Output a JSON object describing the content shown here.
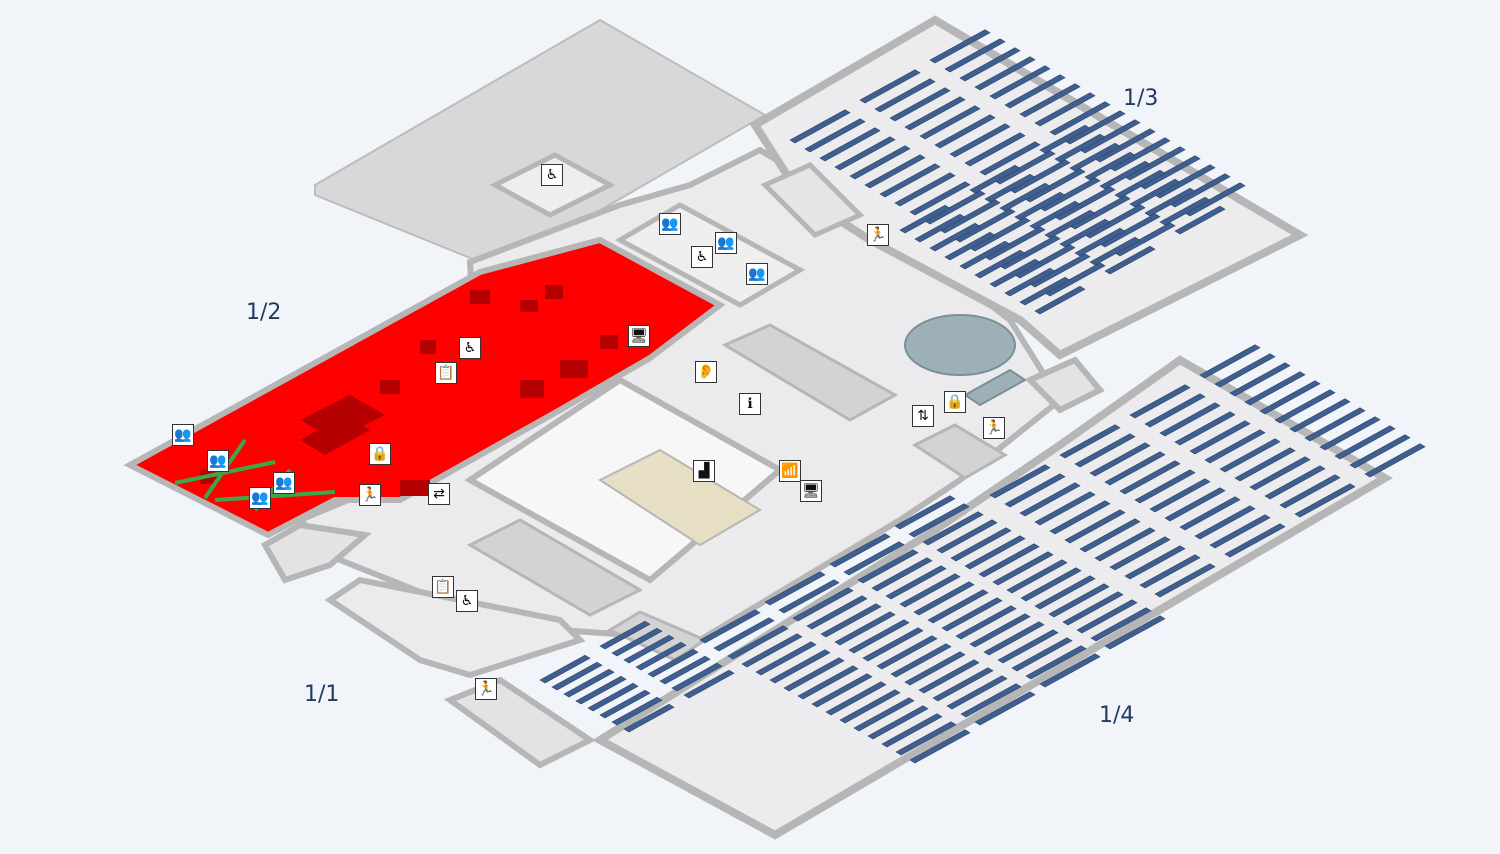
{
  "zones": {
    "z11": "1/1",
    "z12": "1/2",
    "z13": "1/3",
    "z14": "1/4"
  },
  "highlight": {
    "color": "#ff0000",
    "cross_color": "#3aa84a"
  },
  "colors": {
    "background": "#f1f4f9",
    "floor": "#e9eaec",
    "wall": "#b6b6b6",
    "shelf": "#3f5f8f"
  },
  "icons": {
    "group_room": "group-room-icon",
    "accessible": "wheelchair-icon",
    "exit": "emergency-exit-icon",
    "locker": "lock-icon",
    "info": "info-icon",
    "screen": "monitor-icon",
    "hearing": "hearing-loop-icon",
    "stairs": "stairs-icon",
    "elevator": "elevator-icon",
    "presentation": "presentation-icon",
    "book_return": "book-return-icon"
  }
}
